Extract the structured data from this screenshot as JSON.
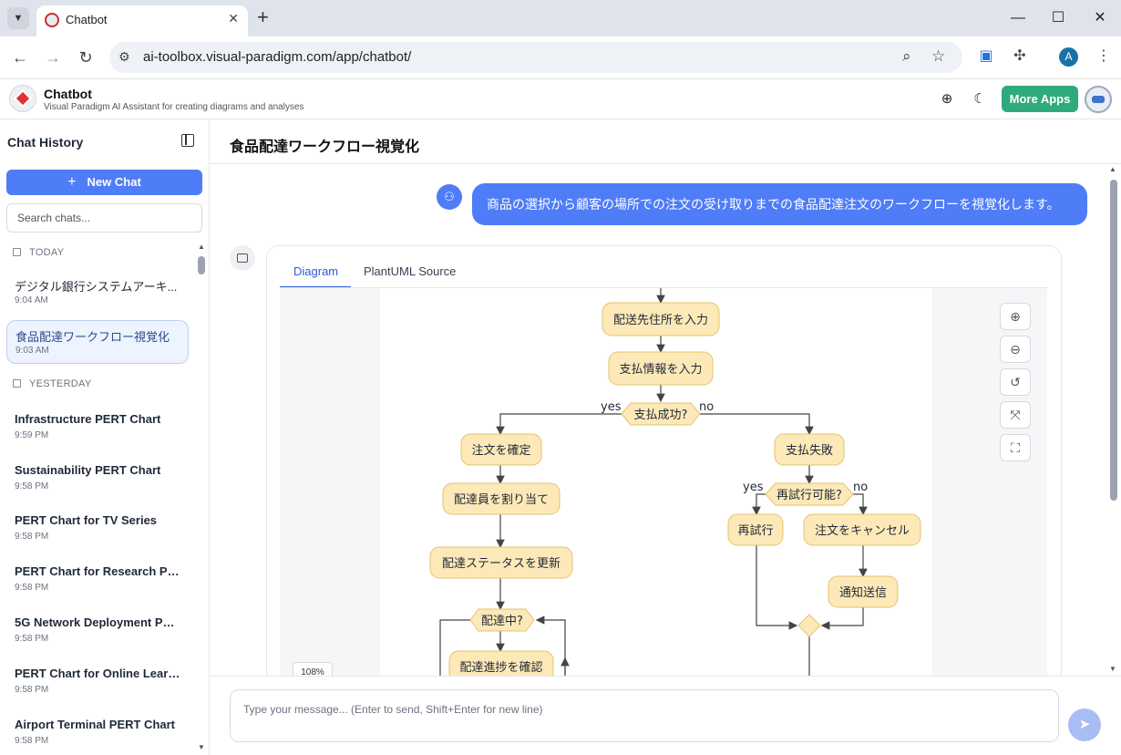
{
  "browser": {
    "tab_title": "Chatbot",
    "url": "ai-toolbox.visual-paradigm.com/app/chatbot/",
    "profile_initial": "A"
  },
  "app": {
    "title": "Chatbot",
    "subtitle": "Visual Paradigm AI Assistant for creating diagrams and analyses",
    "more_apps": "More Apps",
    "accent": "#4f7cf7",
    "more_apps_color": "#2eaa7c"
  },
  "sidebar": {
    "title": "Chat History",
    "new_chat": "New Chat",
    "search_placeholder": "Search chats...",
    "sections": [
      {
        "label": "TODAY",
        "items": [
          {
            "title": "デジタル銀行システムアーキ...",
            "time": "9:04 AM"
          },
          {
            "title": "食品配達ワークフロー視覚化",
            "time": "9:03 AM",
            "active": true
          }
        ]
      },
      {
        "label": "YESTERDAY",
        "items": [
          {
            "title": "Infrastructure PERT Chart",
            "time": "9:59 PM"
          },
          {
            "title": "Sustainability PERT Chart",
            "time": "9:58 PM"
          },
          {
            "title": "PERT Chart for TV Series",
            "time": "9:58 PM"
          },
          {
            "title": "PERT Chart for Research Proj...",
            "time": "9:58 PM"
          },
          {
            "title": "5G Network Deployment PE...",
            "time": "9:58 PM"
          },
          {
            "title": "PERT Chart for Online Learni...",
            "time": "9:58 PM"
          },
          {
            "title": "Airport Terminal PERT Chart",
            "time": "9:58 PM"
          }
        ]
      }
    ]
  },
  "main": {
    "conversation_title": "食品配達ワークフロー視覚化",
    "user_message": "商品の選択から顧客の場所での注文の受け取りまでの食品配達注文のワークフローを視覚化します。",
    "tabs": [
      "Diagram",
      "PlantUML Source"
    ],
    "zoom_level": "108%",
    "composer_placeholder": "Type your message... (Enter to send, Shift+Enter for new line)"
  },
  "diagram": {
    "nodes": {
      "n1": "配送先住所を入力",
      "n2": "支払情報を入力",
      "d1": "支払成功?",
      "n3": "注文を確定",
      "n4": "配達員を割り当て",
      "n5": "配達ステータスを更新",
      "d2": "配達中?",
      "n6": "配達進捗を確認",
      "f1": "支払失敗",
      "d3": "再試行可能?",
      "r1": "再試行",
      "c1": "注文をキャンセル",
      "s1": "通知送信"
    },
    "labels": {
      "yes": "yes",
      "no": "no"
    }
  }
}
